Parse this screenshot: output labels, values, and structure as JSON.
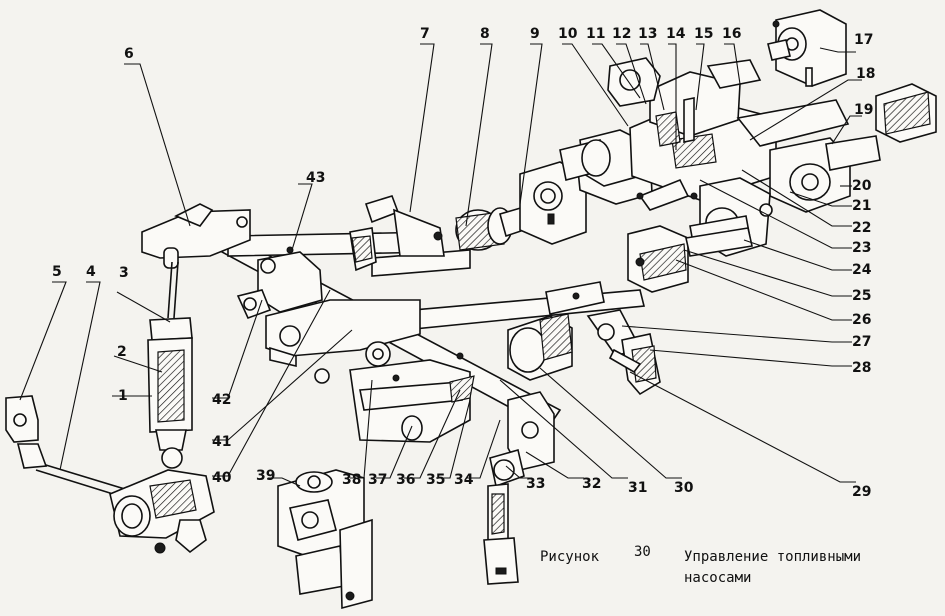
{
  "figure": {
    "caption_word": "Рисунок",
    "caption_number": "30",
    "caption_line1": "Управление топливными",
    "caption_line2": "насосами"
  },
  "callouts": [
    "1",
    "2",
    "3",
    "4",
    "5",
    "6",
    "7",
    "8",
    "9",
    "10",
    "11",
    "12",
    "13",
    "14",
    "15",
    "16",
    "17",
    "18",
    "19",
    "20",
    "21",
    "22",
    "23",
    "24",
    "25",
    "26",
    "27",
    "28",
    "29",
    "30",
    "31",
    "32",
    "33",
    "34",
    "35",
    "36",
    "37",
    "38",
    "39",
    "40",
    "41",
    "42",
    "43"
  ],
  "colors": {
    "ink": "#111111",
    "paper": "#f4f3ef"
  }
}
